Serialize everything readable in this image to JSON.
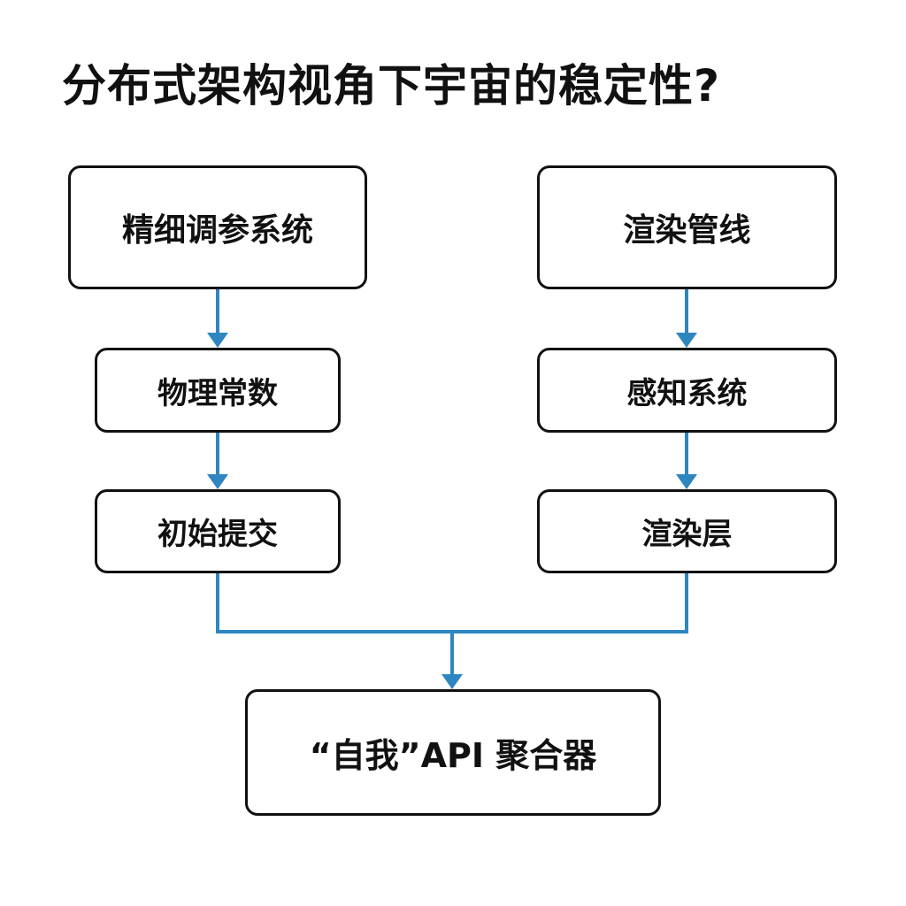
{
  "title": "分布式架构视角下宇宙的稳定性?",
  "colors": {
    "arrow": "#2E86C1",
    "border": "#111111",
    "text": "#111111",
    "background": "#ffffff"
  },
  "left_column": {
    "top": "精细调参系统",
    "middle": "物理常数",
    "bottom": "初始提交"
  },
  "right_column": {
    "top": "渲染管线",
    "middle": "感知系统",
    "bottom": "渲染层"
  },
  "aggregator": "“自我”API 聚合器"
}
